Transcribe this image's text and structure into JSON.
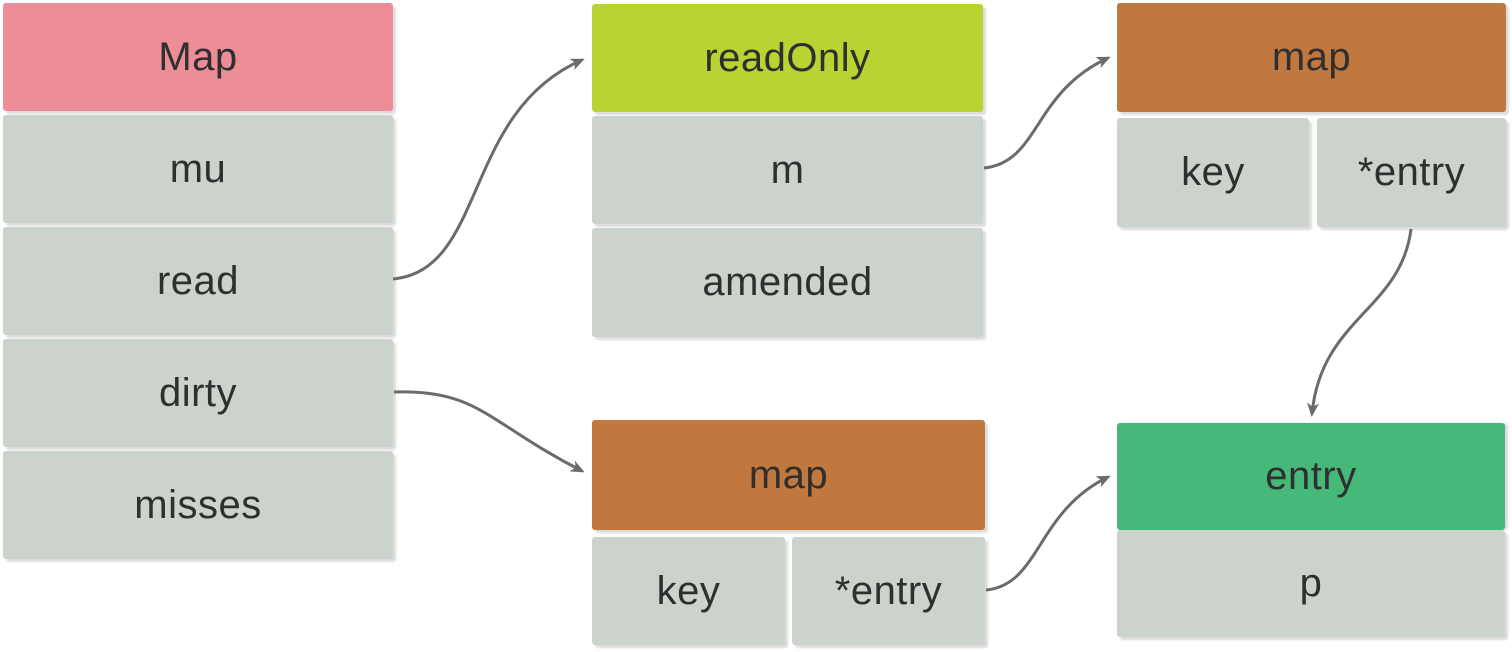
{
  "diagram": {
    "description": "Go sync.Map internal structure diagram",
    "colors": {
      "map_header": "#ec8d97",
      "readonly_header": "#b7d433",
      "inner_map_header": "#c0783e",
      "entry_header": "#45b87a",
      "field_cell": "#ccd3cc",
      "arrow": "#6b6b6b",
      "text": "#2f2f2f",
      "background": "#ffffff"
    },
    "nodes": {
      "map": {
        "title": "Map",
        "fields": [
          "mu",
          "read",
          "dirty",
          "misses"
        ]
      },
      "readonly": {
        "title": "readOnly",
        "fields": [
          "m",
          "amended"
        ]
      },
      "map_read": {
        "title": "map",
        "fields": [
          "key",
          "*entry"
        ]
      },
      "map_dirty": {
        "title": "map",
        "fields": [
          "key",
          "*entry"
        ]
      },
      "entry": {
        "title": "entry",
        "fields": [
          "p"
        ]
      }
    },
    "edges": [
      {
        "from": "Map.read",
        "to": "readOnly"
      },
      {
        "from": "readOnly.m",
        "to": "map (read)"
      },
      {
        "from": "map (read).*entry",
        "to": "entry"
      },
      {
        "from": "Map.dirty",
        "to": "map (dirty)"
      },
      {
        "from": "map (dirty).*entry",
        "to": "entry"
      }
    ]
  }
}
